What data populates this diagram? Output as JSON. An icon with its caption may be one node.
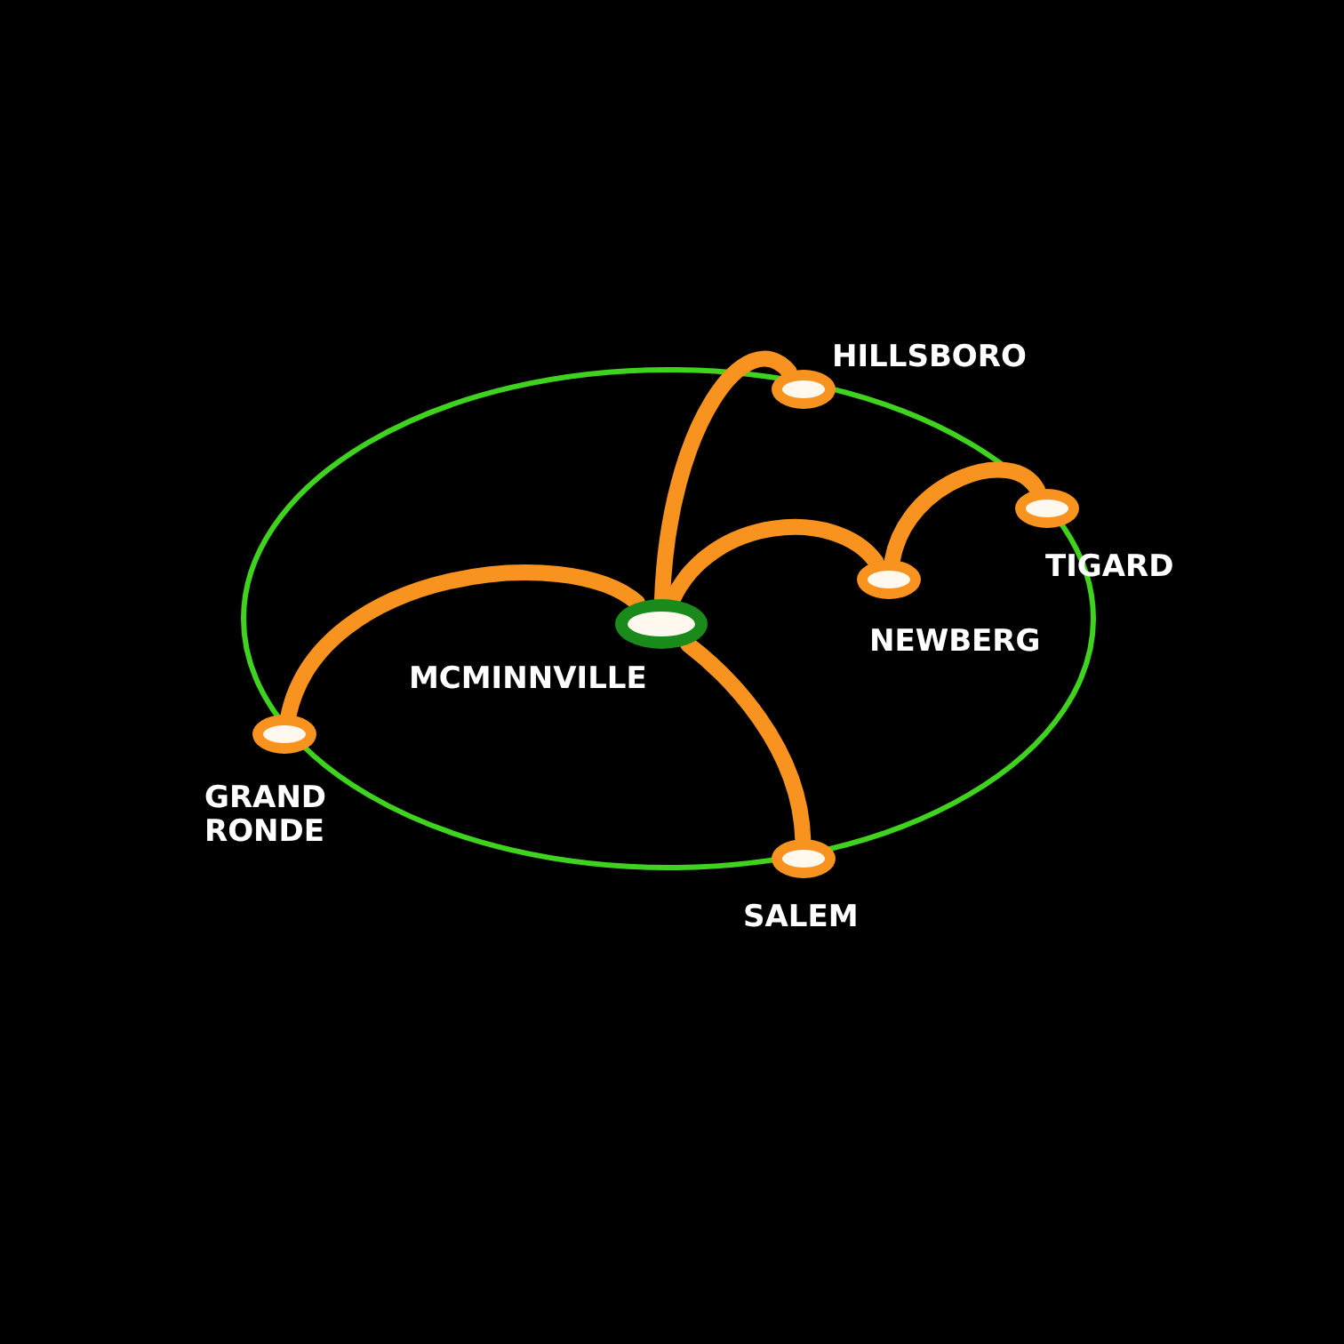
{
  "diagram": {
    "nodes": [
      {
        "text": [],
        "shape": "circle",
        "beside": [
          "HILLSBORO"
        ]
      },
      {
        "text": [],
        "shape": "circle",
        "beside": [
          "TIGARD"
        ]
      },
      {
        "text": [],
        "shape": "circle",
        "beside": [
          "MCMINNVILLE"
        ]
      },
      {
        "text": [],
        "shape": "circle",
        "beside": [
          "NEWBERG"
        ]
      },
      {
        "text": [],
        "shape": "circle",
        "beside": [
          "GRAND RONDE"
        ]
      },
      {
        "text": [],
        "shape": "circle",
        "beside": [
          "SALEM"
        ]
      }
    ],
    "edges": [
      {
        "from": 2,
        "to": 0,
        "arrow": "none"
      },
      {
        "from": 2,
        "to": 3,
        "arrow": "none"
      },
      {
        "from": 3,
        "to": 1,
        "arrow": "none"
      },
      {
        "from": 2,
        "to": 4,
        "arrow": "none"
      },
      {
        "from": 2,
        "to": 5,
        "arrow": "none"
      }
    ]
  }
}
